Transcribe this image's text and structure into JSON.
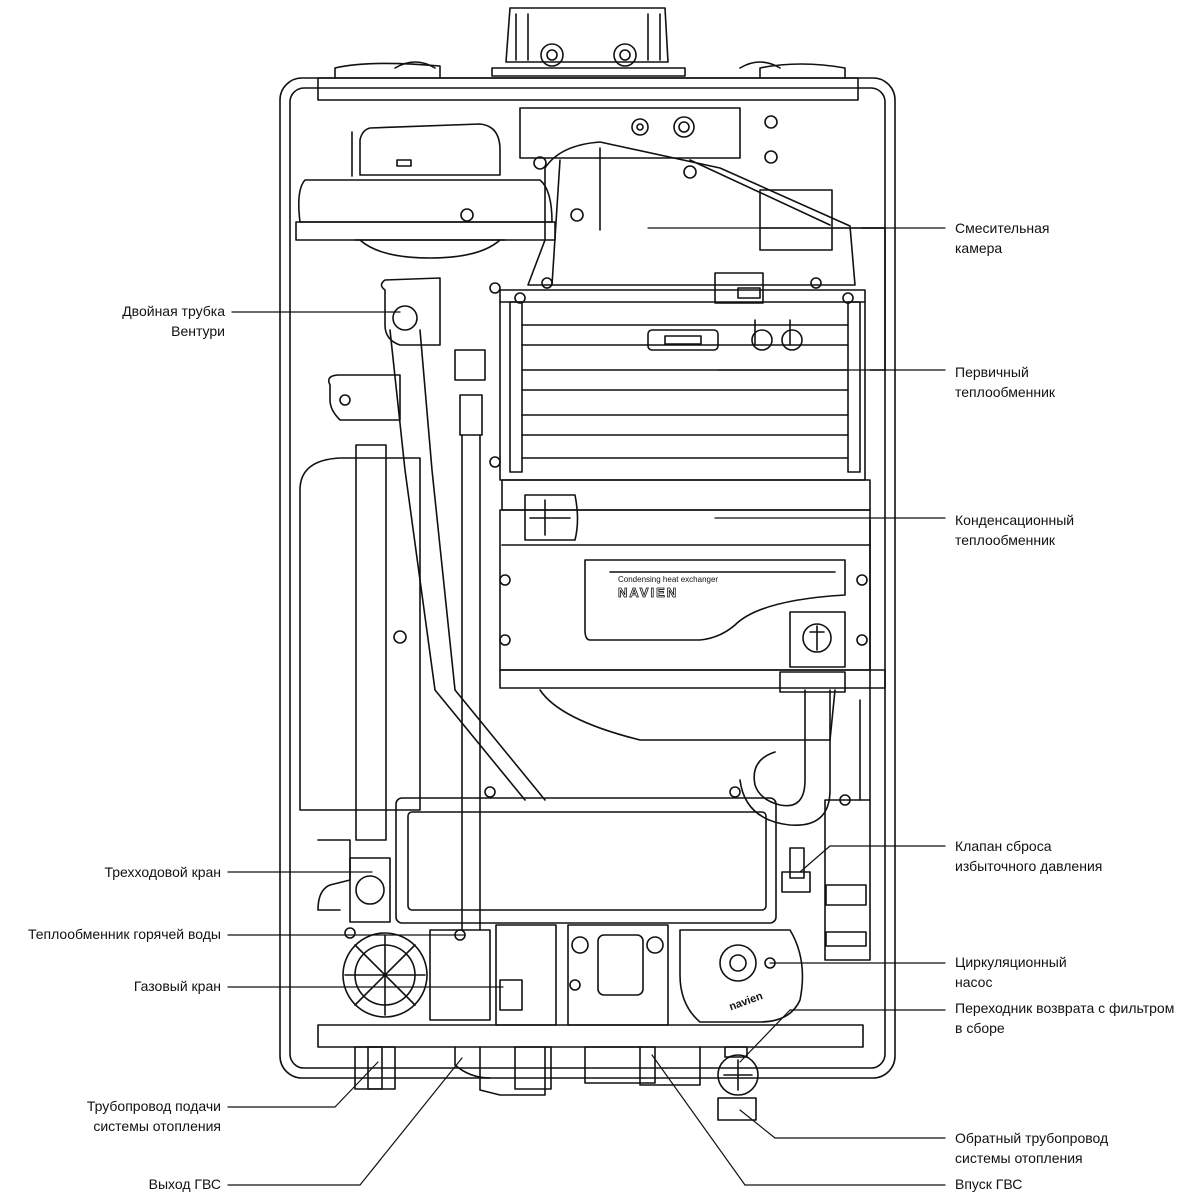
{
  "diagram": {
    "product_plate": {
      "line1": "Condensing heat exchanger",
      "brand": "NAVIEN"
    },
    "pump_brand": "navien",
    "labels_left": [
      {
        "id": "dual-venturi",
        "lines": [
          "Двойная трубка",
          "Вентури"
        ]
      },
      {
        "id": "three-way-valve",
        "lines": [
          "Трехходовой кран"
        ]
      },
      {
        "id": "dhw-heat-exchanger",
        "lines": [
          "Теплообменник горячей воды"
        ]
      },
      {
        "id": "gas-valve",
        "lines": [
          "Газовый кран"
        ]
      },
      {
        "id": "heating-supply-pipe",
        "lines": [
          "Трубопровод подачи",
          "системы отопления"
        ]
      },
      {
        "id": "dhw-outlet",
        "lines": [
          "Выход ГВС"
        ]
      }
    ],
    "labels_right": [
      {
        "id": "mixing-chamber",
        "lines": [
          "Смесительная",
          "камера"
        ]
      },
      {
        "id": "primary-heat-exchanger",
        "lines": [
          "Первичный",
          "теплообменник"
        ]
      },
      {
        "id": "condensing-heat-exchanger",
        "lines": [
          "Конденсационный",
          "теплообменник"
        ]
      },
      {
        "id": "pressure-relief-valve",
        "lines": [
          "Клапан сброса",
          "избыточного давления"
        ]
      },
      {
        "id": "circulation-pump",
        "lines": [
          "Циркуляционный",
          "насос"
        ]
      },
      {
        "id": "return-filter-adapter",
        "lines": [
          "Переходник возврата с фильтром",
          "в сборе"
        ]
      },
      {
        "id": "heating-return-pipe",
        "lines": [
          "Обратный трубопровод",
          "системы отопления"
        ]
      },
      {
        "id": "dhw-inlet",
        "lines": [
          "Впуск ГВС"
        ]
      }
    ]
  }
}
